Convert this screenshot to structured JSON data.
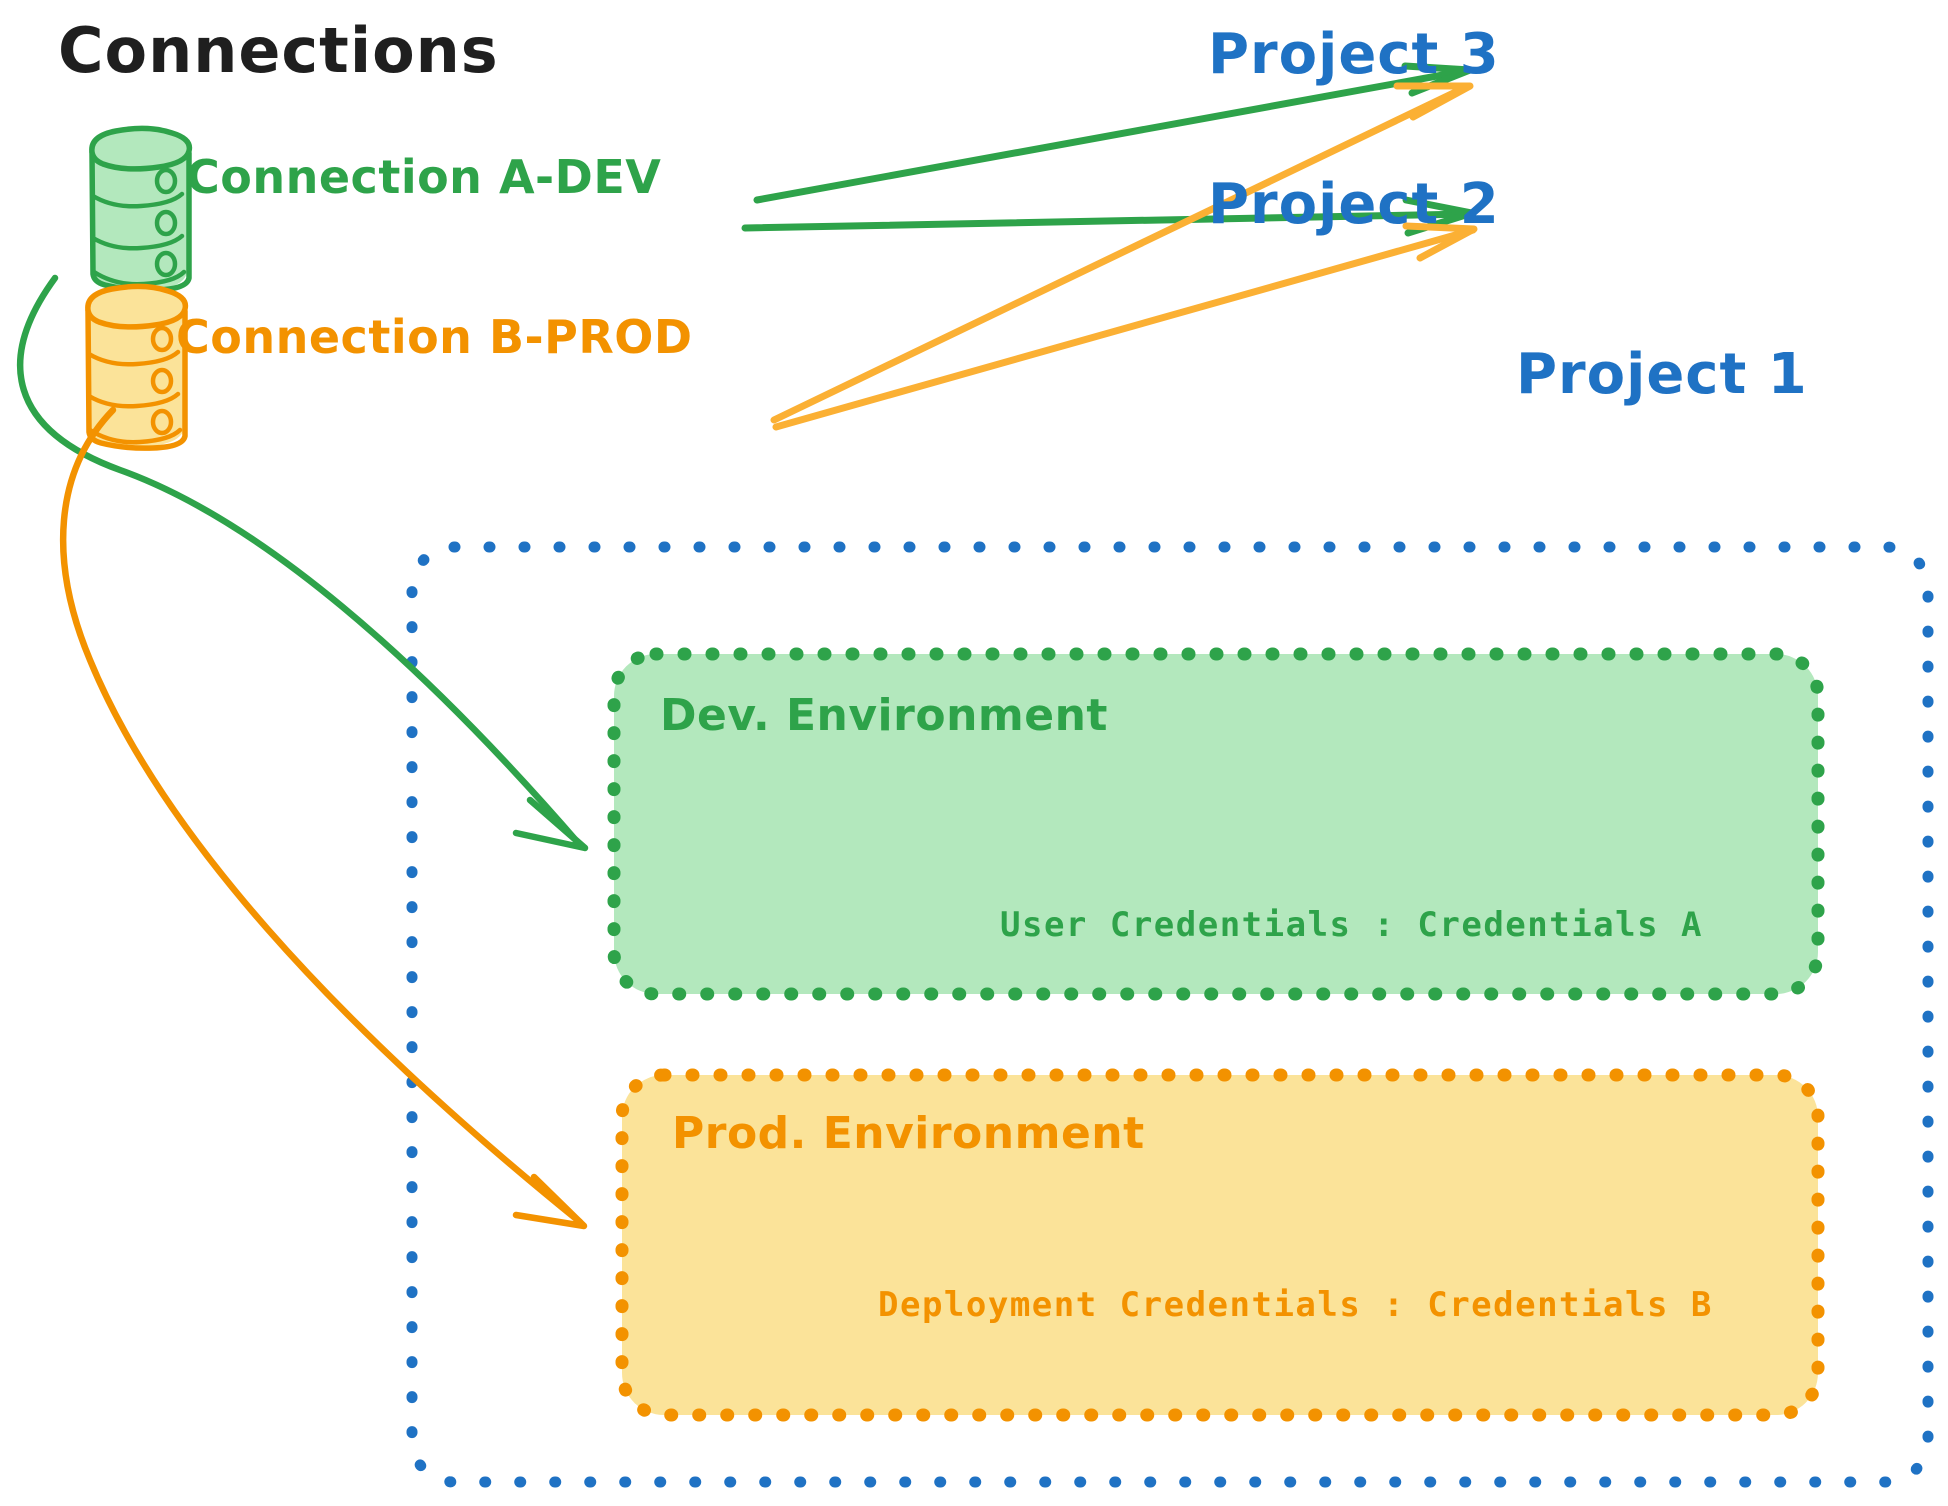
{
  "diagram": {
    "type": "connection-environment-mapping",
    "title": "Connections",
    "colors": {
      "green": "#2ea34a",
      "green_fill": "#b3e8bd",
      "orange": "#f39200",
      "orange_fill": "#fbe399",
      "blue": "#1f72c4",
      "black": "#1f1f1f",
      "background": "#ffffff"
    }
  },
  "connections": [
    {
      "id": "connection-a-dev",
      "label": "Connection A-DEV",
      "icon": "database-icon",
      "color": "#2ea34a",
      "targets": [
        "Project 3",
        "Project 2",
        "Dev. Environment"
      ]
    },
    {
      "id": "connection-b-prod",
      "label": "Connection B-PROD",
      "icon": "database-icon",
      "color": "#f39200",
      "targets": [
        "Project 3",
        "Project 2",
        "Prod. Environment"
      ]
    }
  ],
  "projects": [
    {
      "id": "project-3",
      "label": "Project 3"
    },
    {
      "id": "project-2",
      "label": "Project 2"
    },
    {
      "id": "project-1",
      "label": "Project 1"
    }
  ],
  "project1": {
    "label": "Project 1",
    "environments": [
      {
        "id": "dev-environment",
        "label": "Dev. Environment",
        "color": "#2ea34a",
        "fill": "#b3e8bd",
        "credential_label": "User Credentials",
        "credential_value": "Credentials A",
        "credential_line": "User Credentials : Credentials A"
      },
      {
        "id": "prod-environment",
        "label": "Prod. Environment",
        "color": "#f39200",
        "fill": "#fbe399",
        "credential_label": "Deployment Credentials",
        "credential_value": "Credentials B",
        "credential_line": "Deployment Credentials : Credentials B"
      }
    ]
  },
  "edges": [
    {
      "from": "connection-a-dev",
      "to": "project-3",
      "color": "#2ea34a",
      "style": "straight-arrow"
    },
    {
      "from": "connection-a-dev",
      "to": "project-2",
      "color": "#2ea34a",
      "style": "straight-arrow"
    },
    {
      "from": "connection-b-prod",
      "to": "project-3",
      "color": "#f39200",
      "style": "straight-arrow"
    },
    {
      "from": "connection-b-prod",
      "to": "project-2",
      "color": "#f39200",
      "style": "straight-arrow"
    },
    {
      "from": "connection-a-dev",
      "to": "dev-environment",
      "color": "#2ea34a",
      "style": "curved-arrow"
    },
    {
      "from": "connection-b-prod",
      "to": "prod-environment",
      "color": "#f39200",
      "style": "curved-arrow"
    }
  ]
}
